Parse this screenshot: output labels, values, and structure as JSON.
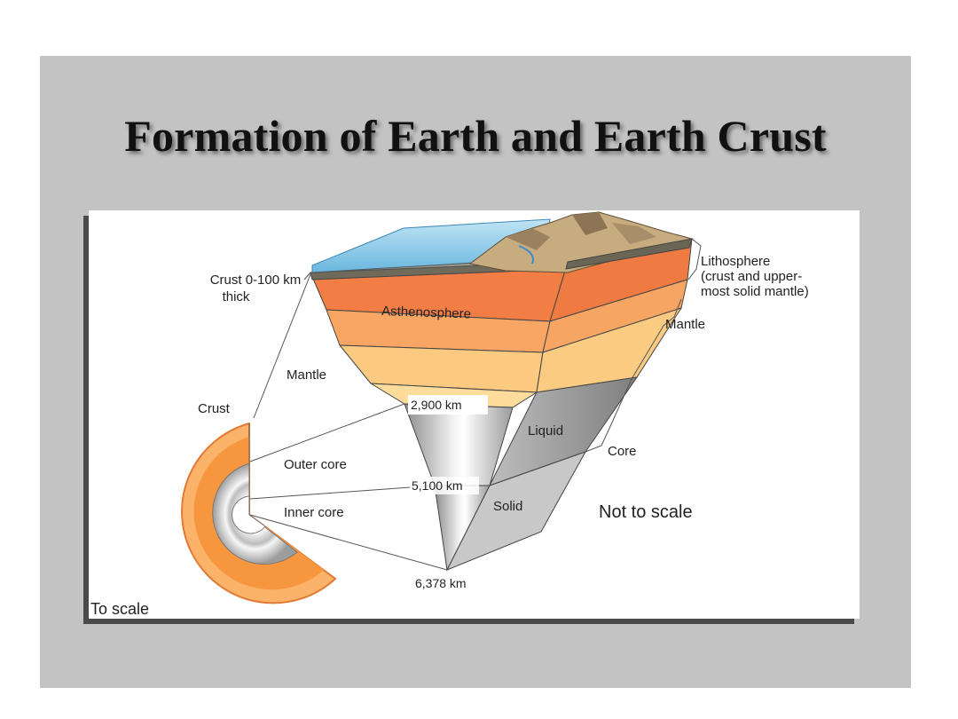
{
  "slide": {
    "title": "Formation of Earth and Earth Crust"
  },
  "figure": {
    "left_labels": {
      "crust_range_line1": "Crust 0-100 km",
      "crust_range_line2": "thick",
      "mantle": "Mantle",
      "crust": "Crust",
      "outer_core": "Outer core",
      "inner_core": "Inner core",
      "to_scale": "To scale"
    },
    "depth_labels": {
      "d2900": "2,900 km",
      "d5100": "5,100 km",
      "d6378": "6,378 km"
    },
    "wedge_labels": {
      "asthenosphere": "Asthenosphere",
      "liquid": "Liquid",
      "solid": "Solid"
    },
    "right_labels": {
      "lithosphere_line1": "Lithosphere",
      "lithosphere_line2": "(crust and upper-",
      "lithosphere_line3": "most solid mantle)",
      "mantle": "Mantle",
      "core": "Core",
      "not_to_scale": "Not to scale"
    }
  }
}
